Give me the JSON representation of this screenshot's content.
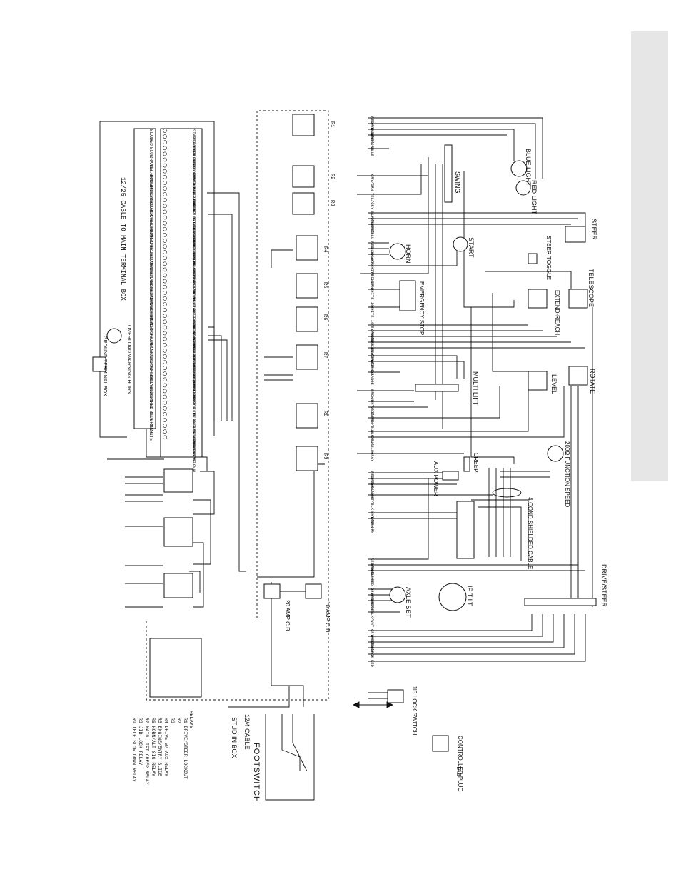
{
  "colors": {
    "ink": "#111111",
    "tab": "#e6e6e6",
    "paper": "#ffffff"
  },
  "terminal_wires": [
    "BLACK",
    "RED",
    "BLUE",
    "ORANGE",
    "YEL/BLU",
    "BRN/WHT",
    "BRN/BLK",
    "BLK/BLU",
    "BLU/BLK",
    "BLK/RED",
    "YEL/RED",
    "BRN/RED",
    "BLK/YEL",
    "RED/BLU",
    "BLU/RED",
    "ORN/BLU",
    "BLK/ORN",
    "RED/BLK",
    "YEL/BRN",
    "ORN/BLK",
    "GRY/BRN",
    "BRN/ORN",
    "BLU/YEL",
    "GRY/YEL",
    "GRY/BLU",
    "BRN/GRY",
    "BLK/ORN",
    "WHT/BLU",
    "ORN/BRN",
    "YEL/ORN",
    "BLK 10",
    "RED 10",
    "BLUE 10",
    "ORN 10",
    "WHITE"
  ],
  "terminal_functions": [
    "START",
    "TELESCOPE OUT",
    "SWING LEFT",
    "LIFT UP",
    "TELE-IN",
    "LIFT DOWN",
    "AUX POWER",
    "LEVEL UP",
    "OVERLOAD HORN",
    "SWING RIGHT",
    "HIGH ENGINE",
    "FT STEER LEFT",
    "IP/TILT LIGHT",
    "DUMP",
    "FT STEER RIGHT",
    "DRIVE REVERSE",
    "LEVEL DOWN",
    "ROTATE RIGHT",
    "ROTATE LEFT",
    "WHEEL MOTOR SPEED",
    "DRIVE FORWARD",
    "HORN",
    "FLOW CONTROL PWR",
    "B",
    "EX-REACH IN",
    "EX-REACH UP",
    "B",
    "O/R LIGHT",
    "BOOM LIGHT",
    "S",
    "BRAKE VALVE",
    "AXLE SET",
    "BELLOW MONITOR",
    "BROKEN CHAIN",
    "REAR STEER LEFT",
    "REAR STEER RIGHT",
    "GROUND",
    "+12V TO HORN",
    "B+ TO HTS",
    "B+ TO PLATFORM",
    "B+ FROM POSITION",
    "B+ FROM OUTLOCK",
    "PLATFORM RELAY",
    "TILT ALARM",
    "S",
    "EXTERIOR LOCKOUT",
    "S",
    "S",
    "EXIT",
    "B+ W/ LOW LEVEL",
    "B+ W/O NO LEVEL",
    "B+ TO HIGH DRIVE",
    "B+ FROM ENGINE",
    "HI-ENGINE SIGNAL"
  ],
  "relay_labels": [
    "R1",
    "R2",
    "R3",
    "R4",
    "R5",
    "R6",
    "R7",
    "R8",
    "R9"
  ],
  "right_wires": [
    "RED/YEL",
    "WHT/BRN",
    "BLU/YEL",
    "WHT/ORN",
    "BLUE",
    "GRY/ORN",
    "YEL/GRY",
    "BLK/RED",
    "YEL/RED",
    "WHT/BLU",
    "RED 10",
    "BLK/WHT",
    "BLACK",
    "WHITE 10",
    "RED/ORN",
    "WHITE 10",
    "WHITE 10",
    "YEL/ORN",
    "ORN/BRN",
    "RED",
    "YELLOW",
    "YEL/ORN",
    "GRY/ORN",
    "RED/BLU",
    "ORANGE",
    "BROWN",
    "WHT/YEL",
    "RED/ORN",
    "ORN/BLU",
    "BLK/BLU",
    "YEL/BLU",
    "GRAY",
    "RED/BLK",
    "WHT/BLU",
    "GRY/ORN",
    "WHT/BLK",
    "WHT/BRN",
    "RED/ORN",
    "RED/BLK",
    "ORN/BRN",
    "BLU/RED",
    "GRY/BLU",
    "WHT/BRN",
    "WHITE",
    "BLK/WHT",
    "GRY/BLU",
    "WHT/ORN",
    "YEL/BLU",
    "BLACK",
    "RED"
  ],
  "components": {
    "blue_light": "BLUE LIGHT",
    "red_light": "RED LIGHT",
    "swing": "SWING",
    "steer": "STEER",
    "steer_toggle": "STEER TOGGLE",
    "horn": "HORN",
    "start": "START",
    "emergency_stop": "EMERGENCY STOP",
    "telescope": "TELESCOPE",
    "extend_reach": "EXTEND-REACH",
    "multi_lift": "MULTI LIFT",
    "level": "LEVEL",
    "rotate": "ROTATE",
    "aux_power": "AUX POWER",
    "creep": "CREEP",
    "function_speed": "200Ω FUNCTION SPEED",
    "shielded_cable": "4-COND SHIELDED CABLE",
    "drive_steer": "DRIVE/STEER",
    "axle_set": "AXLE SET",
    "ip_tilt": "IP TILT",
    "jib_lock_switch": "JIB LOCK SWITCH",
    "controller_plug": "CONTROLLER PLUG",
    "tab": "TAB",
    "footswitch": "FOOTSWITCH",
    "cable_note": "12/4 CABLE",
    "stud": "STUD IN BOX",
    "overload_horn": "OVERLOAD WARNING HORN",
    "ground_term": "GROUND TERMINAL BOX",
    "cable_to_main": "12/25 CABLE TO MAIN TERMINAL BOX",
    "cb20": "20 AMP C.B.",
    "cb10": "10 AMP C.B."
  },
  "relay_legend": {
    "heading": "RELAYS",
    "items": [
      "R1  DRIVE/STEER LOCKOUT",
      "R2",
      "R3",
      "R4  DRIVE W/ AUX RELAY",
      "R5  ENGINE/ENTRY SLIDE",
      "R6  HORN/ALT SIG RELAY",
      "R7  MAIN LIFT CREEP RELAY",
      "R8  JIB LOCK RELAY",
      "R9  TELE SLOW DOWN RELAY"
    ]
  }
}
